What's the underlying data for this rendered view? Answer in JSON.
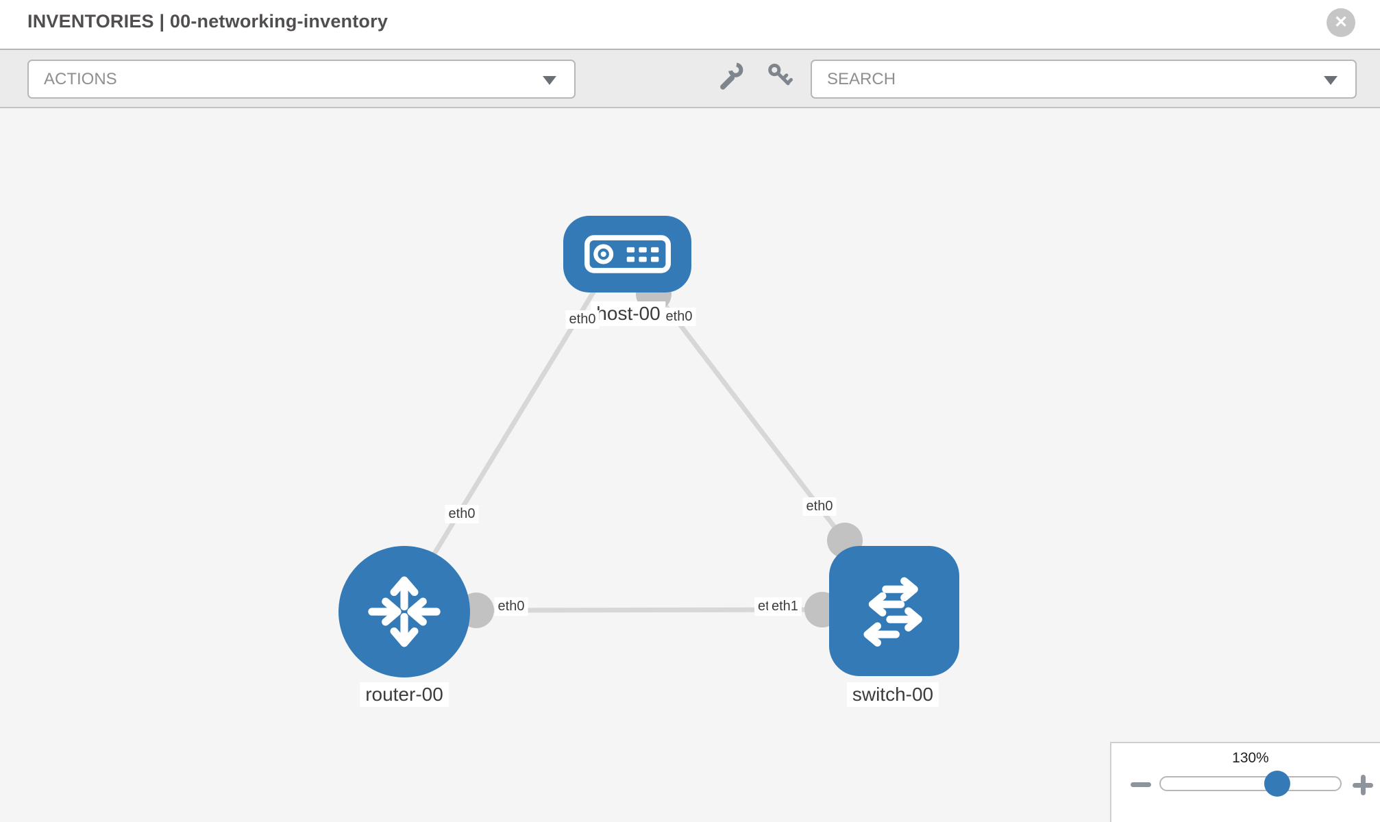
{
  "header": {
    "title": "INVENTORIES | 00-networking-inventory"
  },
  "toolbar": {
    "actions_label": "ACTIONS",
    "search_label": "SEARCH"
  },
  "icons": {
    "close_glyph": "✕"
  },
  "topology": {
    "nodes": [
      {
        "type": "host",
        "label": "host-00"
      },
      {
        "type": "router",
        "label": "router-00"
      },
      {
        "type": "switch",
        "label": "switch-00"
      }
    ],
    "links": [
      {
        "from": "host-00",
        "to": "router-00",
        "from_if": "eth0",
        "to_if": "eth0"
      },
      {
        "from": "host-00",
        "to": "switch-00",
        "from_if": "eth0",
        "to_if": "eth0"
      },
      {
        "from": "router-00",
        "to": "switch-00",
        "from_if": "eth0",
        "to_if": "eth1",
        "to_if_overlapped": "eth0"
      }
    ]
  },
  "zoom_control": {
    "value": "130%"
  },
  "colors": {
    "node_blue": "#337ab7",
    "link_gray": "#d7d7d7",
    "iface_gray": "#c2c2c2",
    "canvas_bg": "#f5f5f5",
    "toolbar_bg": "#ebebeb"
  }
}
